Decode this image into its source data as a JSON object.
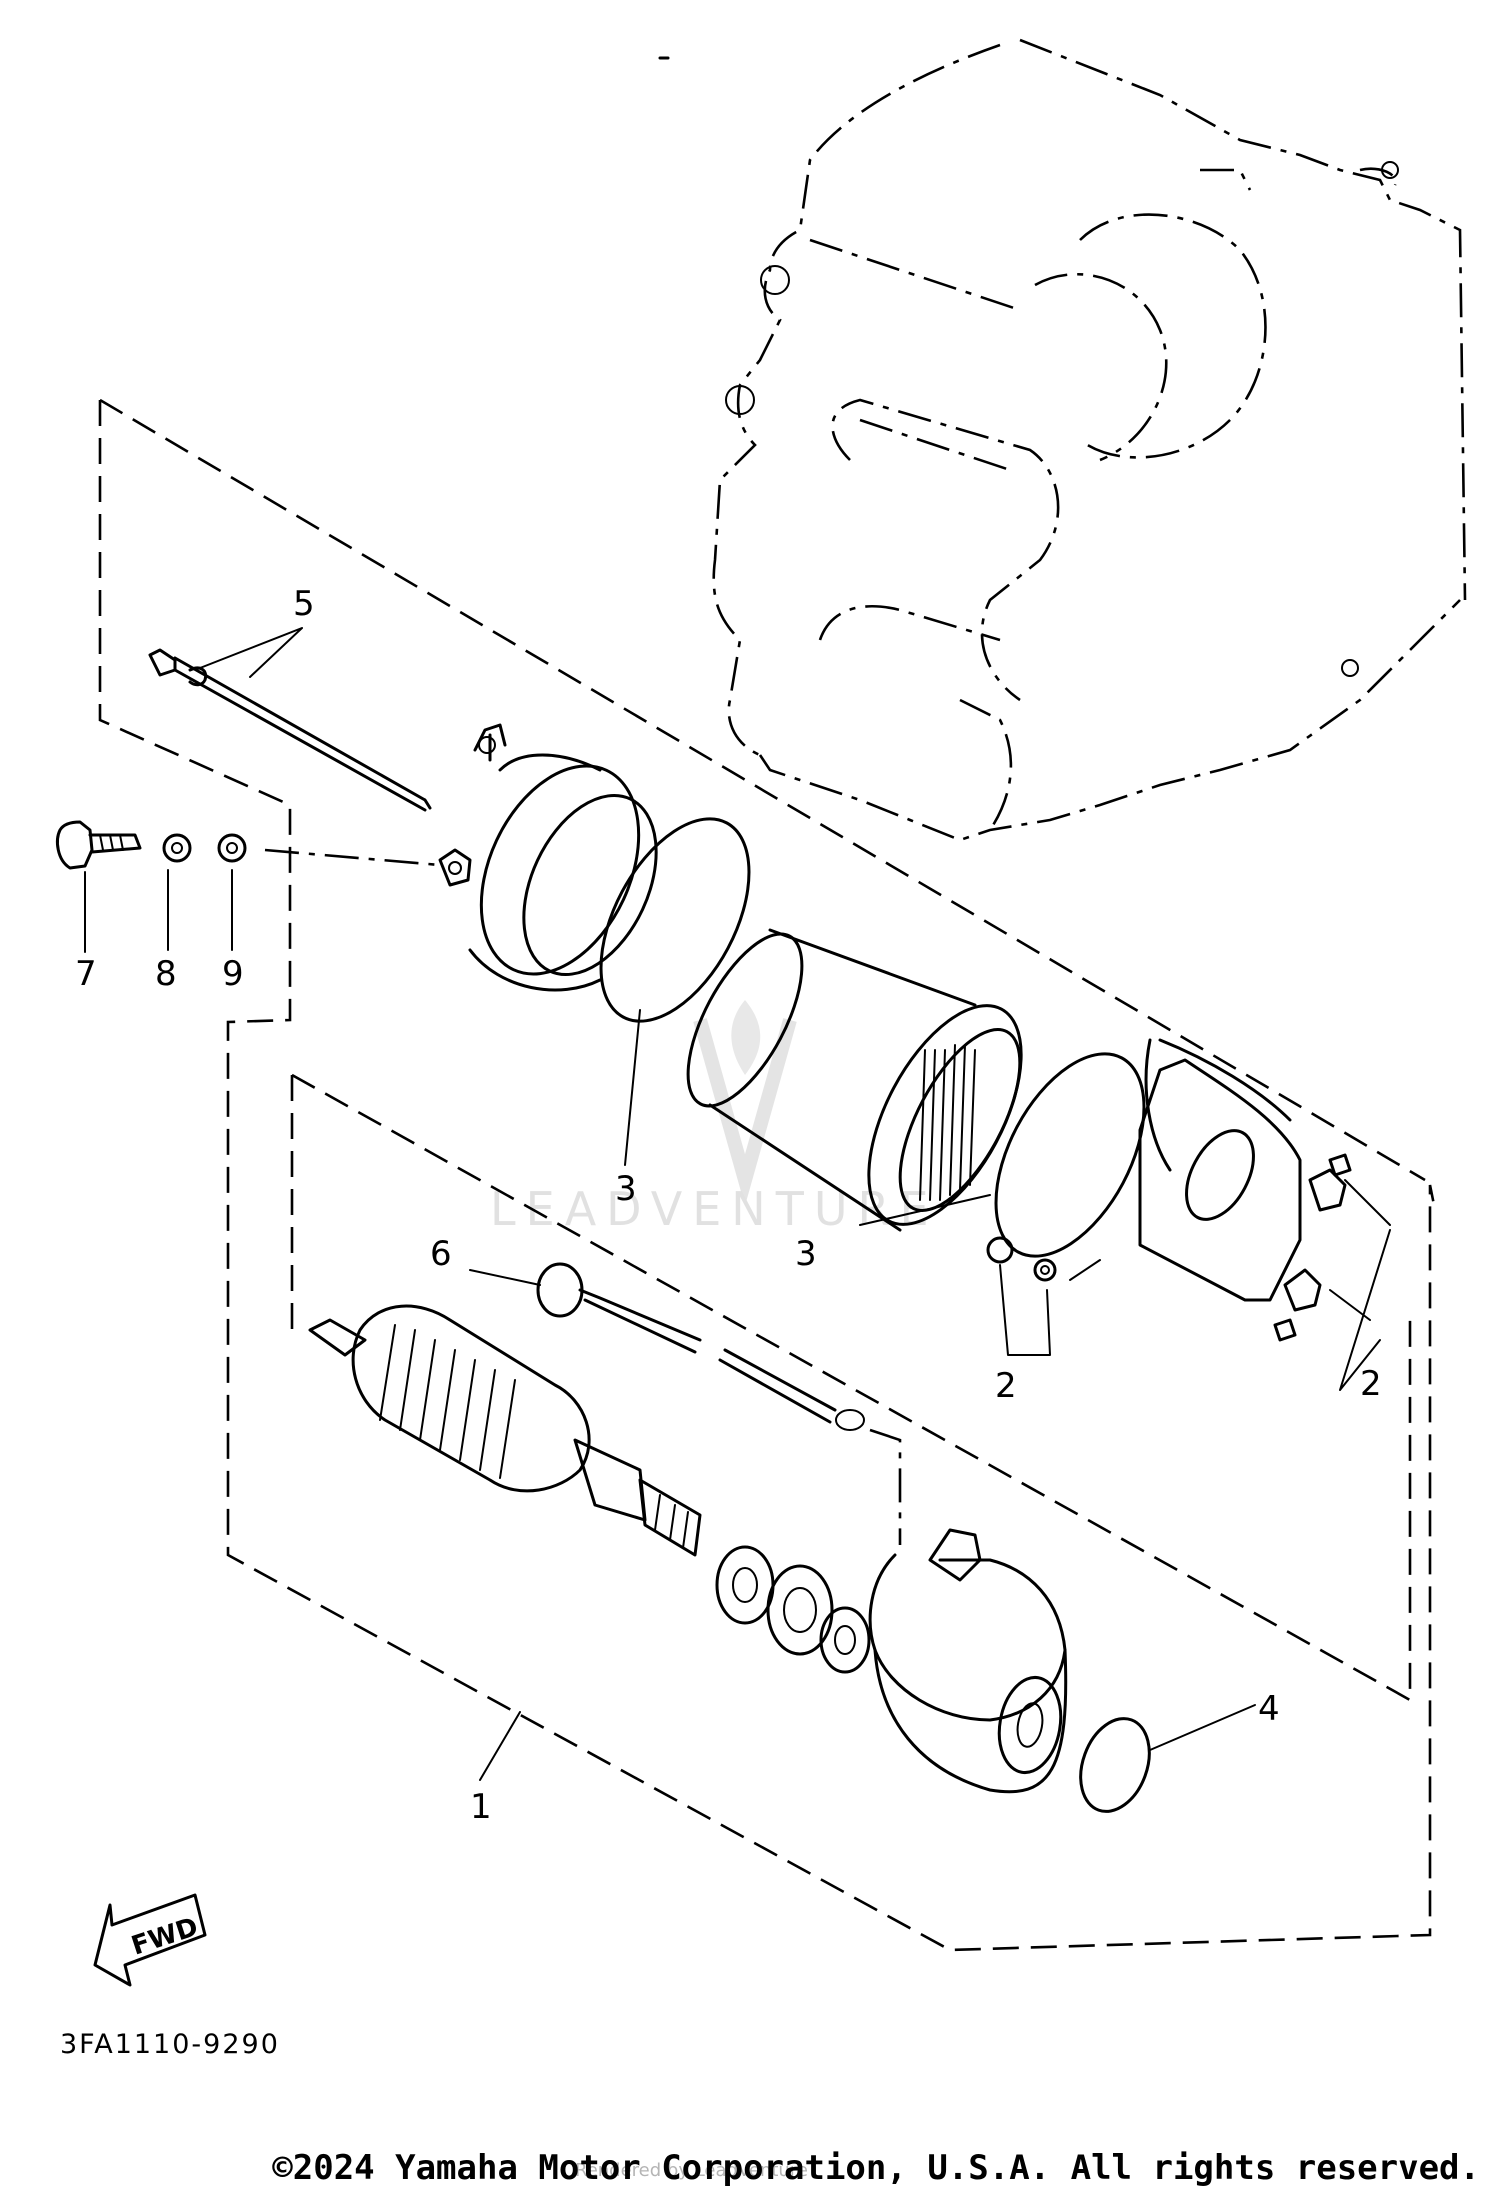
{
  "diagram_code": "3FA1110-9290",
  "fwd_label": "FWD",
  "watermark": "LEADVENTURE",
  "footer": {
    "copyright": "©2024 Yamaha Motor Corporation, U.S.A. All rights reserved.",
    "sub_watermark": "Rendered by LeadVenture"
  },
  "callouts": {
    "c1": "1",
    "c2a": "2",
    "c2b": "2",
    "c3a": "3",
    "c3b": "3",
    "c4": "4",
    "c5": "5",
    "c6": "6",
    "c7": "7",
    "c8": "8",
    "c9": "9"
  }
}
